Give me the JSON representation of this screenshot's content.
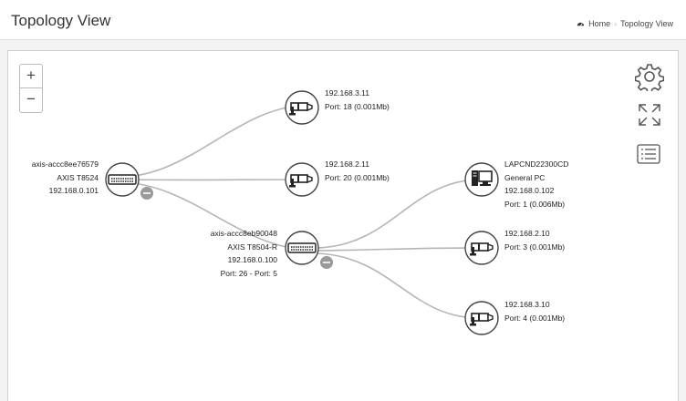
{
  "header": {
    "title": "Topology View",
    "breadcrumb_home": "Home",
    "breadcrumb_current": "Topology View"
  },
  "controls": {
    "zoom_in": "+",
    "zoom_out": "−"
  },
  "nodes": {
    "switch_main": {
      "name": "axis-accc8ee76579",
      "model": "AXIS T8524",
      "ip": "192.168.0.101"
    },
    "switch_sub": {
      "name": "axis-accc8eb90048",
      "model": "AXIS T8504-R",
      "ip": "192.168.0.100",
      "port": "Port: 26 - Port: 5"
    },
    "cam1": {
      "ip": "192.168.3.11",
      "port": "Port: 18 (0.001Mb)"
    },
    "cam2": {
      "ip": "192.168.2.11",
      "port": "Port: 20 (0.001Mb)"
    },
    "pc": {
      "name": "LAPCND22300CD",
      "type": "General PC",
      "ip": "192.168.0.102",
      "port": "Port: 1 (0.006Mb)"
    },
    "cam3": {
      "ip": "192.168.2.10",
      "port": "Port: 3 (0.001Mb)"
    },
    "cam4": {
      "ip": "192.168.3.10",
      "port": "Port: 4 (0.001Mb)"
    }
  },
  "icons": {
    "zoom_in": "plus-icon",
    "zoom_out": "minus-icon",
    "settings": "gear-icon",
    "fullscreen": "expand-icon",
    "list": "list-icon",
    "home": "dashboard-icon",
    "camera": "camera-icon",
    "switch": "switch-icon",
    "pc": "pc-icon",
    "collapse": "collapse-icon"
  },
  "colors": {
    "link": "#b5b5b5",
    "node_border": "#444444",
    "collapse_badge": "#9a9a9a"
  }
}
